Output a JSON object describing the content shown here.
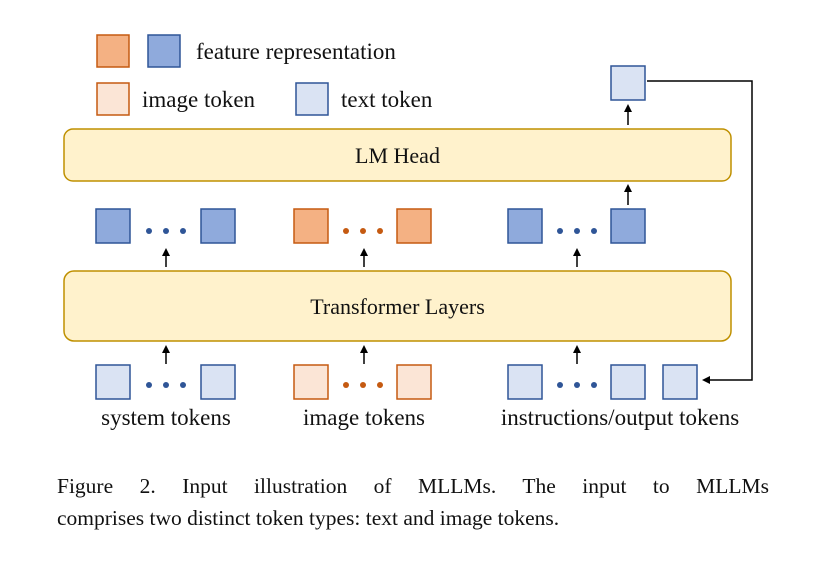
{
  "legend": {
    "feature_label": "feature representation",
    "image_token_label": "image token",
    "text_token_label": "text token"
  },
  "blocks": {
    "lm_head": "LM Head",
    "transformer": "Transformer Layers"
  },
  "groups": {
    "system": "system tokens",
    "image": "image tokens",
    "instructions": "instructions/output tokens"
  },
  "caption": {
    "line1": "Figure 2.  Input illustration of MLLMs.  The input to MLLMs",
    "line2": "comprises two distinct token types: text and image tokens."
  },
  "colors": {
    "feature_orange": "#F4B183",
    "feature_blue": "#8FAADC",
    "image_token": "#FBE5D6",
    "text_token": "#DAE3F3",
    "orange_border": "#C55A11",
    "blue_border": "#2F5597",
    "block_fill": "#FFF2CC",
    "block_border": "#BF9000"
  }
}
